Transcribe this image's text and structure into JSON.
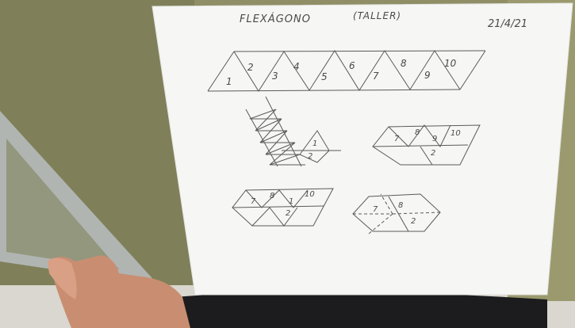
{
  "sheet": {
    "title": "FLEXÁGONO",
    "subtitle": "(TALLER)",
    "date": "21/4/21"
  },
  "strip": {
    "numbers": [
      "1",
      "2",
      "3",
      "4",
      "5",
      "6",
      "7",
      "8",
      "9",
      "10"
    ]
  },
  "folding_sketch": {
    "numbers": [
      "1",
      "2"
    ]
  },
  "hexagon_right": {
    "numbers": [
      "7",
      "8",
      "9",
      "10",
      "2"
    ]
  },
  "hexagon_bottom_left": {
    "numbers": [
      "7",
      "8",
      "1",
      "10",
      "2"
    ]
  },
  "hexagon_bottom_right": {
    "numbers": [
      "7",
      "8",
      "2"
    ]
  },
  "colors": {
    "wall": "#8f8e66",
    "paper": "#f6f6f4",
    "pencil": "#5a5a5a",
    "skin": "#c98e72",
    "clothing": "#1c1c1e"
  }
}
